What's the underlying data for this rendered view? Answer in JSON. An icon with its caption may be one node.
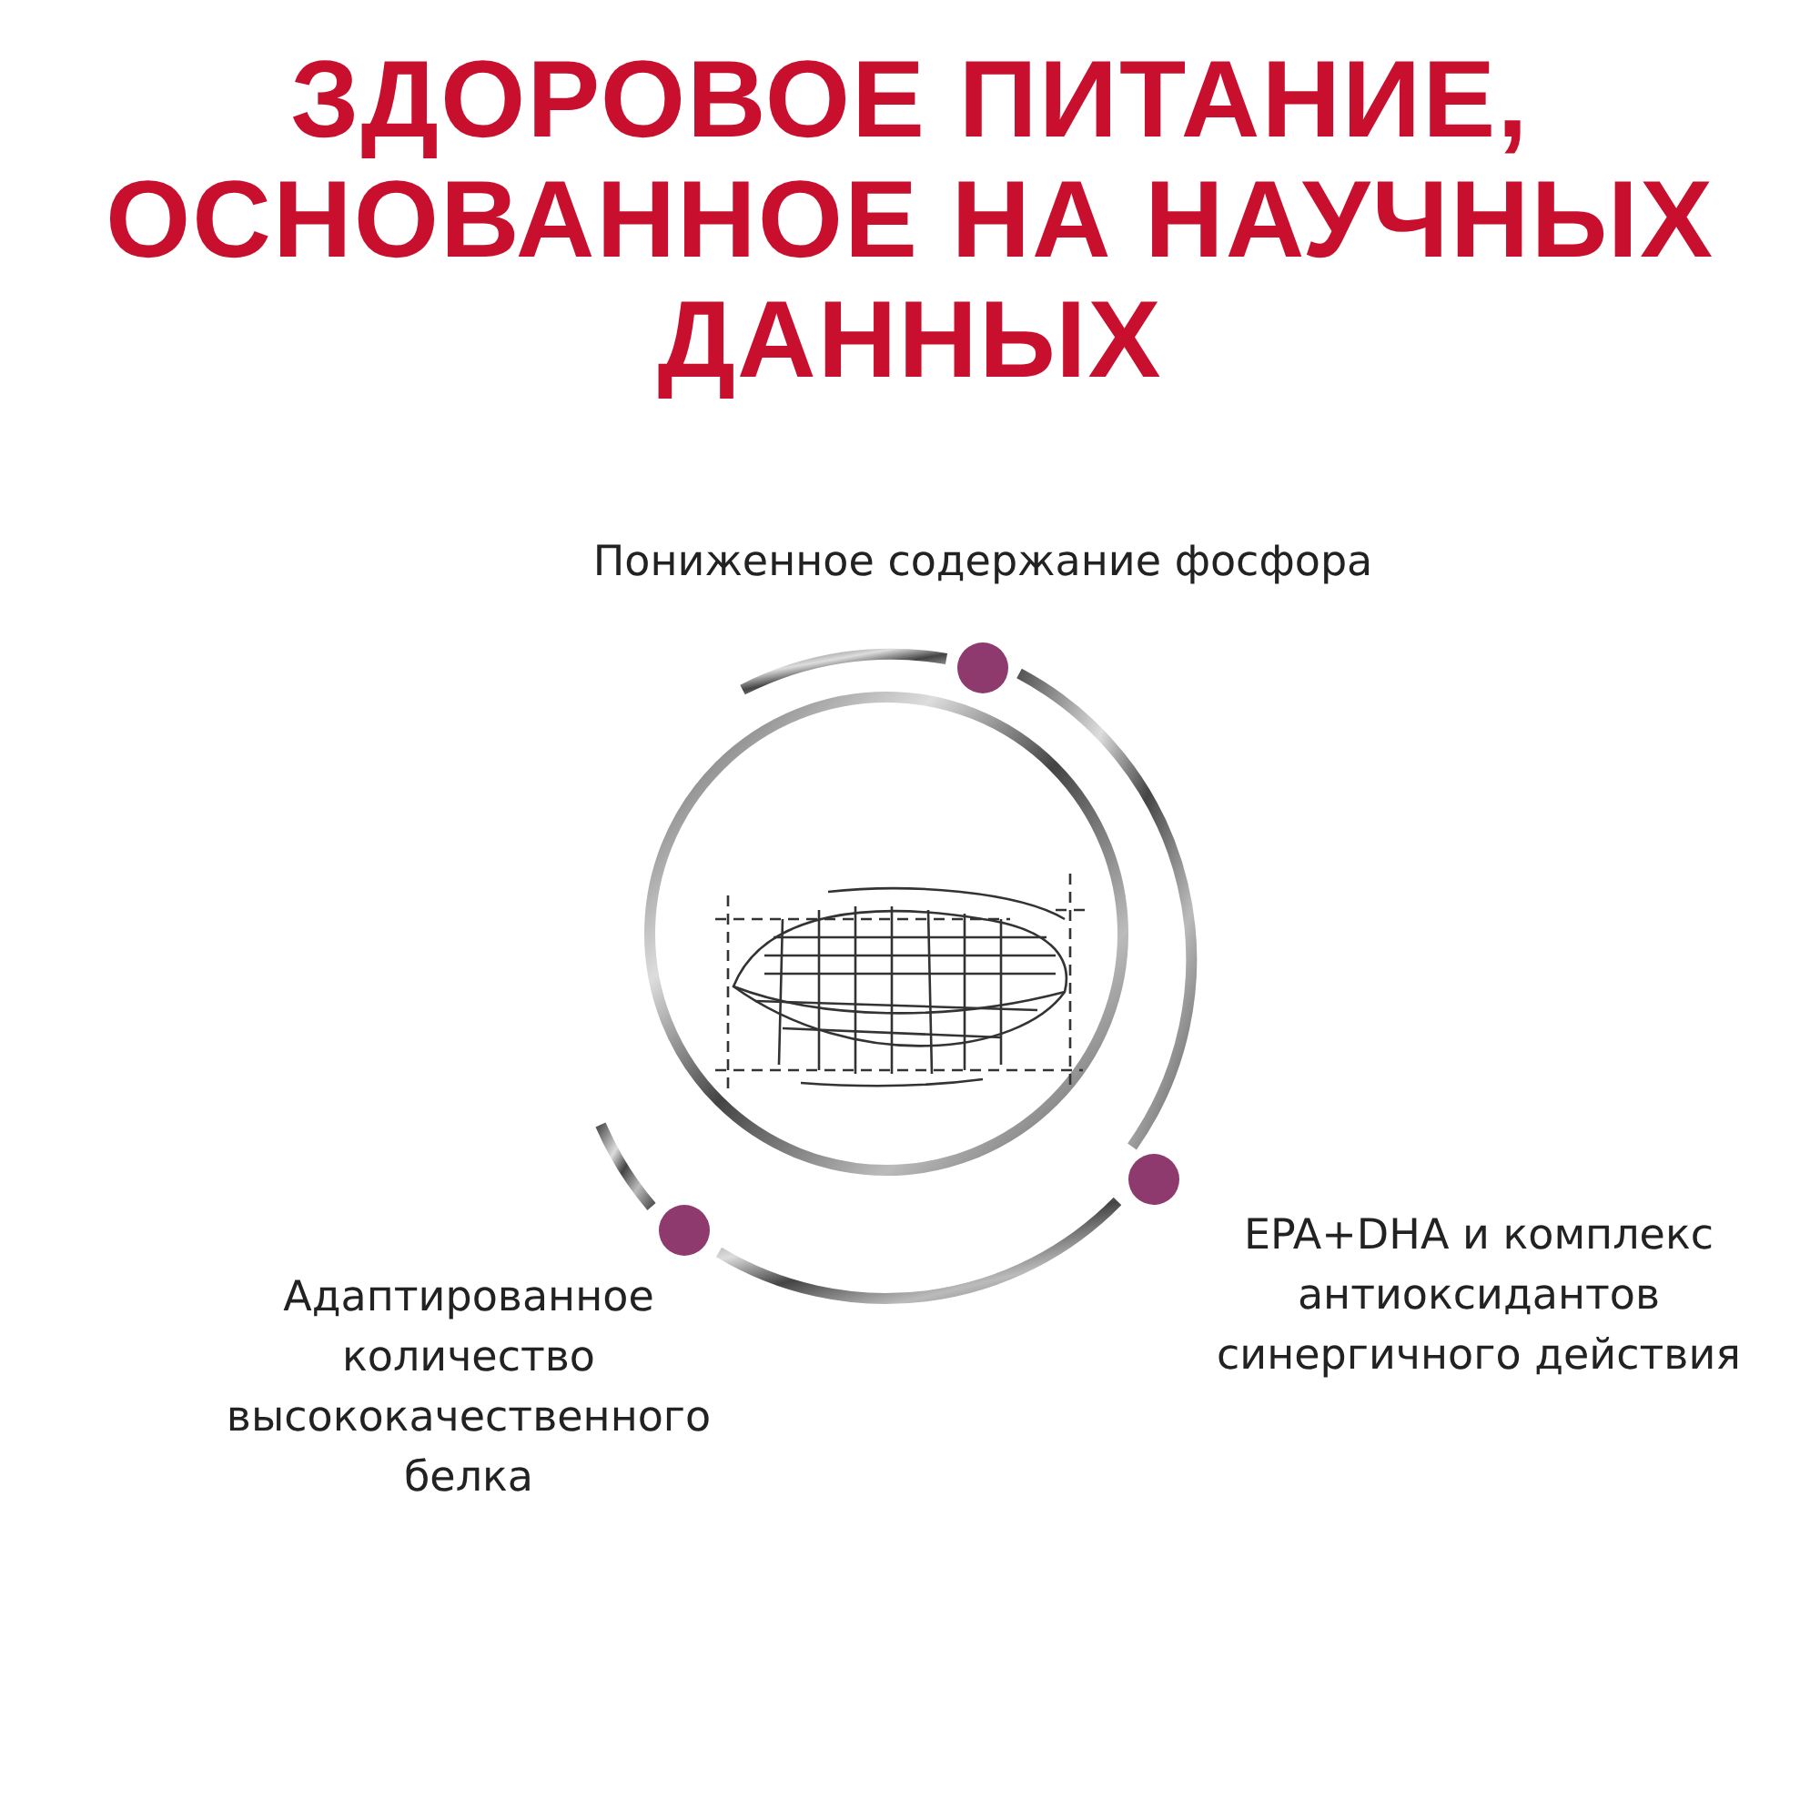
{
  "diagram": {
    "title": "ЗДОРОВОЕ ПИТАНИЕ, ОСНОВАННОЕ НА НАУЧНЫХ ДАННЫХ",
    "labels": [
      "Пониженное содержание фосфора",
      "EPA+DHA и комплекс антиоксидантов синергичного действия",
      "Адаптированное количество высококачественного белка"
    ]
  }
}
